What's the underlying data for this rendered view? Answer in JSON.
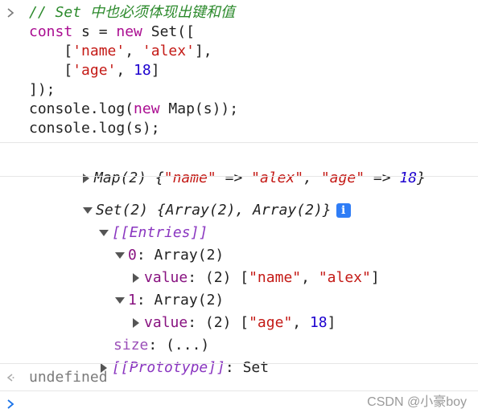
{
  "code": {
    "comment": "// Set 中也必须体现出键和值",
    "l2_kw": "const",
    "l2_rest": " s = ",
    "l2_new": "new",
    "l2_end": " Set([",
    "l3_pre": "    [",
    "l3_s1": "'name'",
    "l3_mid": ", ",
    "l3_s2": "'alex'",
    "l3_end": "],",
    "l4_pre": "    [",
    "l4_s1": "'age'",
    "l4_mid": ", ",
    "l4_num": "18",
    "l4_end": "]",
    "l5": "]);",
    "l6_pre": "console.log(",
    "l6_new": "new",
    "l6_end": " Map(s));",
    "l7": "console.log(s);"
  },
  "map_output": {
    "head": "Map(2) {",
    "k1": "\"name\"",
    "arrow1": " => ",
    "v1": "\"alex\"",
    "comma": ", ",
    "k2": "\"age\"",
    "arrow2": " => ",
    "v2": "18",
    "tail": "}"
  },
  "set_output": {
    "head": "Set(2) {Array(2), Array(2)}",
    "info_icon": "i",
    "entries": "[[Entries]]",
    "e0_key": "0",
    "e0_rest": ": Array(2)",
    "e0_value_key": "value",
    "e0_value_count": ": (2) ",
    "e0_open": "[",
    "e0_s1": "\"name\"",
    "e0_comma": ", ",
    "e0_s2": "\"alex\"",
    "e0_close": "]",
    "e1_key": "1",
    "e1_rest": ": Array(2)",
    "e1_value_key": "value",
    "e1_value_count": ": (2) ",
    "e1_open": "[",
    "e1_s1": "\"age\"",
    "e1_comma": ", ",
    "e1_num": "18",
    "e1_close": "]",
    "size_key": "size",
    "size_val": ": (...)",
    "proto_key": "[[Prototype]]",
    "proto_val": ": Set"
  },
  "return_value": "undefined",
  "watermark": "CSDN @小豪boy",
  "colors": {
    "keyword": "#aa0d91",
    "string": "#c41a16",
    "number": "#1c00cf",
    "comment": "#2c8a2c",
    "info": "#2f7df6"
  }
}
